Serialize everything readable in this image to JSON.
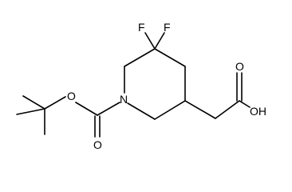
{
  "molecule": {
    "atoms": {
      "f1": "F",
      "f2": "F",
      "n": "N",
      "o_carbonyl_boc": "O",
      "o_ester": "O",
      "o_acid_carbonyl": "O",
      "oh": "OH"
    }
  }
}
